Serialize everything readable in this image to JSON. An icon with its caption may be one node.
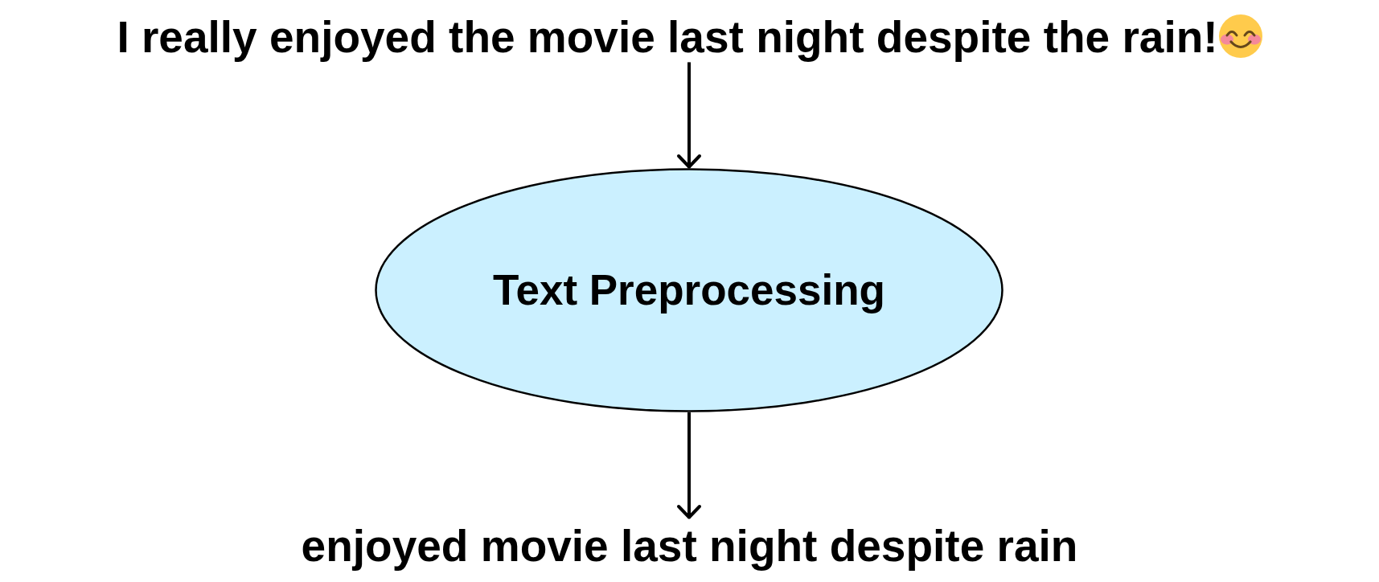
{
  "diagram": {
    "nodes": [
      {
        "text": [
          "I really enjoyed the movie last night despite the rain!"
        ]
      },
      {
        "text": [
          "Text Preprocessing"
        ]
      },
      {
        "text": [
          "enjoyed movie last night despite rain"
        ]
      }
    ],
    "edges": [
      {
        "from": 0,
        "to": 1,
        "arrow": "to"
      },
      {
        "from": 1,
        "to": 2,
        "arrow": "to"
      }
    ]
  }
}
